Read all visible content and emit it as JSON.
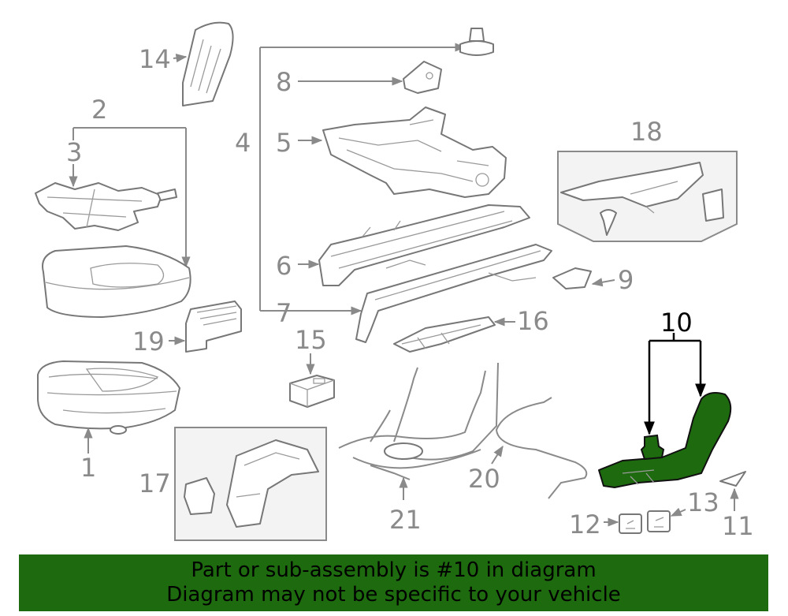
{
  "diagram": {
    "highlight_color": "#1e6b0f",
    "labels": [
      {
        "id": "1",
        "text": "1"
      },
      {
        "id": "2",
        "text": "2"
      },
      {
        "id": "3",
        "text": "3"
      },
      {
        "id": "4",
        "text": "4"
      },
      {
        "id": "5",
        "text": "5"
      },
      {
        "id": "6",
        "text": "6"
      },
      {
        "id": "7",
        "text": "7"
      },
      {
        "id": "8",
        "text": "8"
      },
      {
        "id": "9",
        "text": "9"
      },
      {
        "id": "10",
        "text": "10"
      },
      {
        "id": "11",
        "text": "11"
      },
      {
        "id": "12",
        "text": "12"
      },
      {
        "id": "13",
        "text": "13"
      },
      {
        "id": "14",
        "text": "14"
      },
      {
        "id": "15",
        "text": "15"
      },
      {
        "id": "16",
        "text": "16"
      },
      {
        "id": "17",
        "text": "17"
      },
      {
        "id": "18",
        "text": "18"
      },
      {
        "id": "19",
        "text": "19"
      },
      {
        "id": "20",
        "text": "20"
      },
      {
        "id": "21",
        "text": "21"
      }
    ]
  },
  "banner": {
    "line1": "Part or sub-assembly is #10 in diagram",
    "line2": "Diagram may not be specific to your vehicle",
    "background": "#1e6b0f"
  }
}
